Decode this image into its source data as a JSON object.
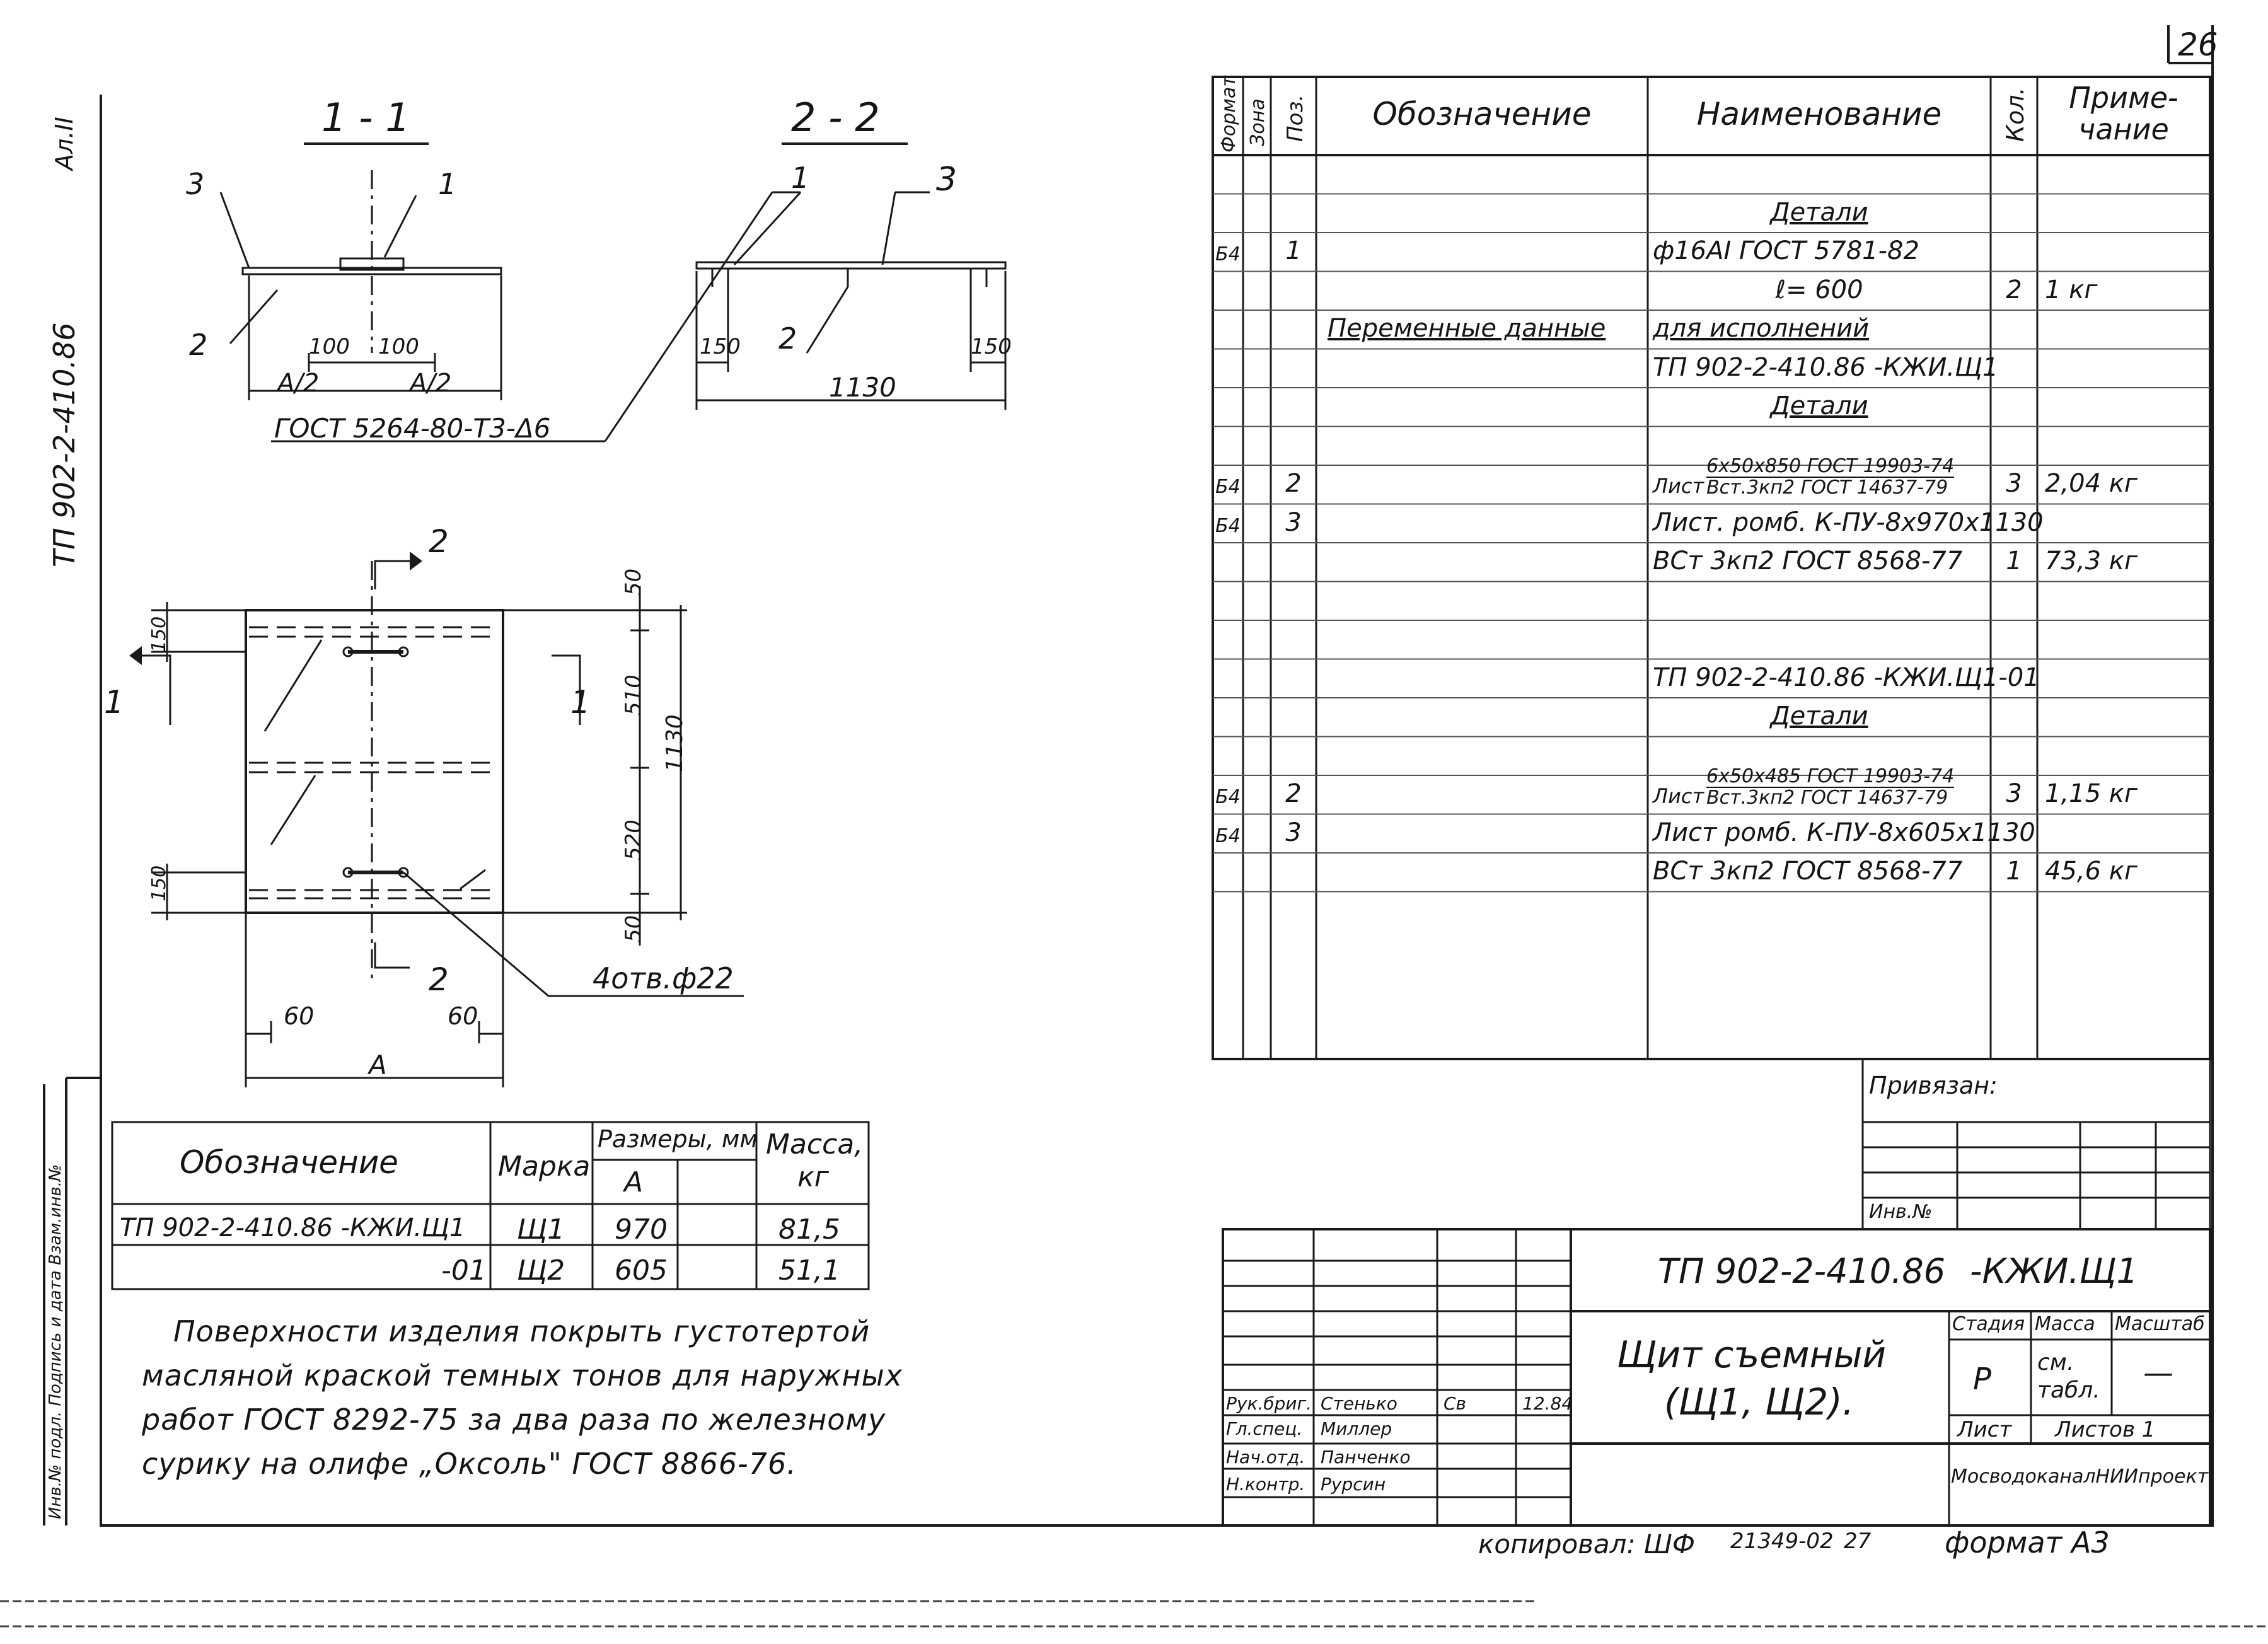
{
  "sheet": {
    "number": "26",
    "margin_code": "ТП 902-2-410.86",
    "margin_album": "Ал.II"
  },
  "sections": {
    "s11": {
      "title": "1 - 1",
      "callouts": [
        "3",
        "1",
        "2"
      ],
      "dims": [
        "100",
        "100",
        "A/2",
        "A/2"
      ],
      "gost": "ГОСТ 5264-80-Т3-Δ6"
    },
    "s22": {
      "title": "2 - 2",
      "callouts": [
        "1",
        "3",
        "2"
      ],
      "dims": [
        "150",
        "150",
        "1130"
      ]
    }
  },
  "plan": {
    "cut_labels": [
      "2",
      "2",
      "1",
      "1"
    ],
    "dims_right": [
      "50",
      "510",
      "1130",
      "520",
      "50"
    ],
    "dims_left": [
      "150",
      "150"
    ],
    "dims_bottom": [
      "60",
      "60",
      "A"
    ],
    "holes_note": "4отв.ф22"
  },
  "spec_table": {
    "headers": {
      "format": "Формат",
      "zone": "Зона",
      "pos": "Поз.",
      "designation": "Обозначение",
      "name": "Наименование",
      "qty": "Кол.",
      "note": "Приме-чание"
    },
    "rows": [
      {
        "fmt": "",
        "pos": "",
        "des": "",
        "name": "",
        "qty": "",
        "note": ""
      },
      {
        "fmt": "",
        "pos": "",
        "des": "",
        "name": "Детали",
        "name_style": "title",
        "qty": "",
        "note": ""
      },
      {
        "fmt": "Б4",
        "pos": "1",
        "des": "",
        "name": "ф16АI ГОСТ 5781-82",
        "qty": "",
        "note": ""
      },
      {
        "fmt": "",
        "pos": "",
        "des": "",
        "name": "ℓ= 600",
        "name_style": "center",
        "qty": "2",
        "note": "1 кг"
      },
      {
        "fmt": "",
        "pos": "",
        "des": "Переменные данные",
        "des_style": "u",
        "name": "для исполнений",
        "name_style": "u",
        "qty": "",
        "note": ""
      },
      {
        "fmt": "",
        "pos": "",
        "des": "",
        "name": "ТП 902-2-410.86 -КЖИ.Щ1",
        "qty": "",
        "note": ""
      },
      {
        "fmt": "",
        "pos": "",
        "des": "",
        "name": "Детали",
        "name_style": "title",
        "qty": "",
        "note": ""
      },
      {
        "fmt": "",
        "pos": "",
        "des": "",
        "name": "",
        "qty": "",
        "note": ""
      },
      {
        "fmt": "Б4",
        "pos": "2",
        "des": "",
        "name": "Лист",
        "frac": [
          "6x50x850 ГОСТ 19903-74",
          "Вст.3кп2 ГОСТ 14637-79"
        ],
        "qty": "3",
        "note": "2,04 кг"
      },
      {
        "fmt": "Б4",
        "pos": "3",
        "des": "",
        "name": "Лист. ромб. К-ПУ-8x970x1130",
        "qty": "",
        "note": ""
      },
      {
        "fmt": "",
        "pos": "",
        "des": "",
        "name": "ВСт 3кп2 ГОСТ 8568-77",
        "qty": "1",
        "note": "73,3 кг"
      },
      {
        "fmt": "",
        "pos": "",
        "des": "",
        "name": "",
        "qty": "",
        "note": ""
      },
      {
        "fmt": "",
        "pos": "",
        "des": "",
        "name": "",
        "qty": "",
        "note": ""
      },
      {
        "fmt": "",
        "pos": "",
        "des": "",
        "name": "ТП 902-2-410.86 -КЖИ.Щ1-01",
        "qty": "",
        "note": ""
      },
      {
        "fmt": "",
        "pos": "",
        "des": "",
        "name": "Детали",
        "name_style": "title",
        "qty": "",
        "note": ""
      },
      {
        "fmt": "",
        "pos": "",
        "des": "",
        "name": "",
        "qty": "",
        "note": ""
      },
      {
        "fmt": "Б4",
        "pos": "2",
        "des": "",
        "name": "Лист",
        "frac": [
          "6x50x485 ГОСТ 19903-74",
          "Вст.3кп2 ГОСТ 14637-79"
        ],
        "qty": "3",
        "note": "1,15 кг"
      },
      {
        "fmt": "Б4",
        "pos": "3",
        "des": "",
        "name": "Лист ромб. К-ПУ-8x605x1130",
        "qty": "",
        "note": ""
      },
      {
        "fmt": "",
        "pos": "",
        "des": "",
        "name": "ВСт 3кп2 ГОСТ 8568-77",
        "qty": "1",
        "note": "45,6 кг"
      }
    ]
  },
  "variants_table": {
    "headers": {
      "designation": "Обозначение",
      "mark": "Марка",
      "sizes": "Размеры, мм",
      "a": "А",
      "mass": "Масса, кг"
    },
    "rows": [
      {
        "designation": "ТП 902-2-410.86 -КЖИ.Щ1",
        "mark": "Щ1",
        "a": "970",
        "mass": "81,5"
      },
      {
        "designation": "-01",
        "mark": "Щ2",
        "a": "605",
        "mass": "51,1"
      }
    ]
  },
  "note": {
    "lines": [
      "Поверхности изделия покрыть густотертой",
      "масляной краской темных тонов для наружных",
      "работ ГОСТ 8292-75 за два раза по железному",
      "сурику на олифе „Оксоль\" ГОСТ 8866-76."
    ]
  },
  "stamp": {
    "side_strip": "Инв.№ подл. Подпись и дата Взам.инв.№",
    "attached_label": "Привязан:",
    "inv_label": "Инв.№",
    "code": "ТП 902-2-410.86",
    "code_suffix": "-КЖИ.Щ1",
    "title_line1": "Щит съемный",
    "title_line2": "(Щ1, Щ2).",
    "stage_label": "Стадия",
    "mass_label": "Масса",
    "scale_label": "Масштаб",
    "stage": "Р",
    "mass": "см. табл.",
    "scale": "—",
    "sheet_label": "Лист",
    "sheets_label": "Листов 1",
    "org": "МосводоканалНИИпроект",
    "people": [
      {
        "role": "Рук.бриг.",
        "name": "Стенько",
        "sign": "Св",
        "date": "12.84"
      },
      {
        "role": "Гл.спец.",
        "name": "Миллер",
        "sign": "",
        "date": ""
      },
      {
        "role": "Нач.отд.",
        "name": "Панченко",
        "sign": "",
        "date": ""
      },
      {
        "role": "Н.контр.",
        "name": "Рурсин",
        "sign": "",
        "date": ""
      }
    ]
  },
  "footer": {
    "copied": "копировал: ШФ",
    "num": "21349-02",
    "num2": "27",
    "format": "формат А3"
  }
}
